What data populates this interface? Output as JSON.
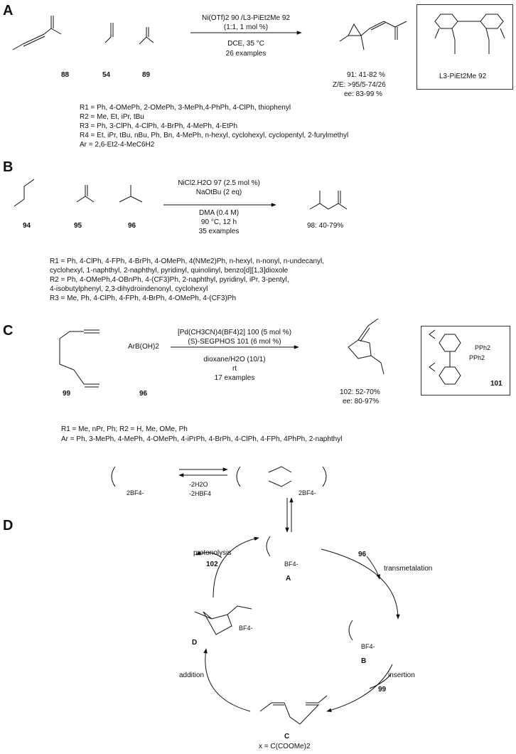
{
  "panel_a": {
    "label": "A",
    "reagent_line_1": "Ni(OTf)2 90 /L3-PiEt2Me 92",
    "reagent_line_2": "(1:1, 1 mol %)",
    "condition_line_1": "DCE, 35 °C",
    "condition_line_2": "26 examples",
    "compound_88": "88",
    "compound_54": "54",
    "compound_89": "89",
    "product_91": "91: 41-82 %",
    "zE": "Z/E: >95/5-74/26",
    "ee": "ee: 83-99 %",
    "ligand_label": "L3-PiEt2Me 92",
    "substituents": [
      "R1 = Ph, 4-OMePh, 2-OMePh, 3-MePh,4-PhPh, 4-ClPh, thiophenyl",
      "R2 = Me, Et, iPr, tBu",
      "R3 = Ph, 3-ClPh, 4-ClPh, 4-BrPh, 4-MePh, 4-EtPh",
      "R4 = Et, iPr, tBu, nBu, Ph, Bn, 4-MePh, n-hexyl, cyclohexyl, cyclopentyl, 2-furylmethyl",
      "Ar = 2,6-Et2-4-MeC6H2"
    ]
  },
  "panel_b": {
    "label": "B",
    "reagent_line_1": "NiCl2.H2O 97 (2.5 mol %)",
    "reagent_line_2": "NaOtBu (2 eq)",
    "condition_line_1": "DMA (0.4 M)",
    "condition_line_2": "90 °C, 12 h",
    "condition_line_3": "35 examples",
    "compound_94": "94",
    "compound_95": "95",
    "compound_96": "96",
    "product_98": "98: 40-79%",
    "substituents": [
      "R1 = Ph, 4-ClPh, 4-FPh, 4-BrPh, 4-OMePh, 4(NMe2)Ph, n-hexyl, n-nonyl, n-undecanyl,",
      "cyclohexyl, 1-naphthyl, 2-naphthyl, pyridinyl, quinolinyl, benzo[d][1,3]dioxole",
      "R2 = Ph, 4-OMePh,4-OBnPh, 4-(CF3)Ph, 2-naphthyl, pyridinyl, iPr, 3-pentyl,",
      "4-isobutylphenyl, 2,3-dihydroindenonyl, cyclohexyl",
      "R3 = Me, Ph, 4-ClPh, 4-FPh, 4-BrPh, 4-OMePh, 4-(CF3)Ph"
    ]
  },
  "panel_c": {
    "label": "C",
    "reagent_line_1": "[Pd(CH3CN)4(BF4)2] 100 (5 mol %)",
    "reagent_line_2": "(S)-SEGPHOS 101 (6 mol %)",
    "condition_line_1": "dioxane/H2O (10/1)",
    "condition_line_2": "rt",
    "condition_line_3": "17 examples",
    "arboronic": "ArB(OH)2",
    "compound_99": "99",
    "compound_96": "96",
    "product_102": "102: 52-70%",
    "product_ee": "ee: 80-97%",
    "ligand_label": "101",
    "ligand_pph2": "PPh2",
    "substituents": [
      "R1 = Me, nPr, Ph; R2 = H, Me, OMe, Ph",
      "Ar = Ph, 3-MePh, 4-MePh, 4-OMePh, 4-iPrPh, 4-BrPh, 4-ClPh, 4-FPh, 4PhPh, 2-naphthyl"
    ],
    "equilibrium_labels": [
      "-2H2O",
      "-2HBF4"
    ],
    "counterion_2": "2BF4-"
  },
  "panel_d": {
    "label": "D",
    "intermediate_A": "A",
    "intermediate_B": "B",
    "intermediate_C": "C",
    "intermediate_D": "D",
    "step_transmetalation": "transmetalation",
    "step_insertion": "insertion",
    "step_addition": "addition",
    "step_protonolysis": "protonolysis",
    "input_96": "96",
    "input_99": "99",
    "output_102": "102",
    "x_definition": "x = C(COOMe)2",
    "counterion": "BF4-"
  }
}
